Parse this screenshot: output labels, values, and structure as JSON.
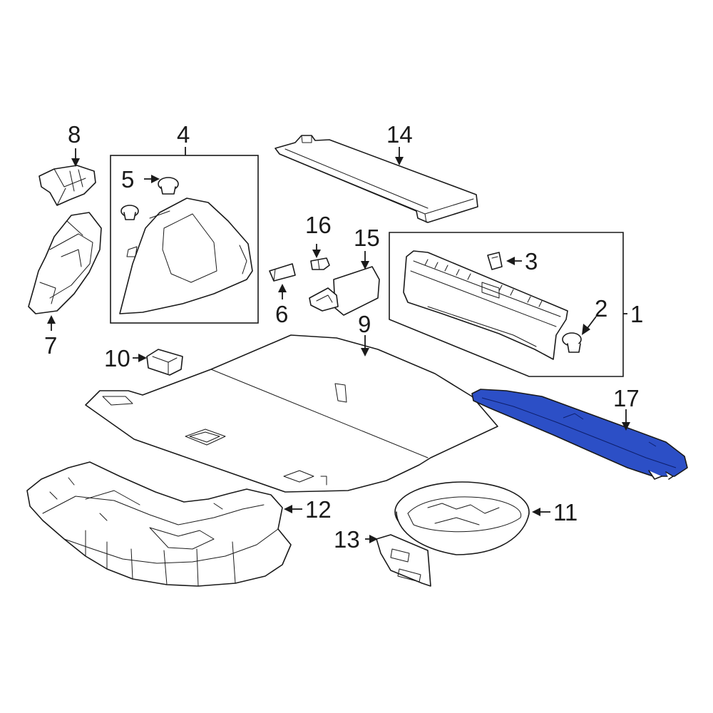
{
  "callouts": {
    "c1": "1",
    "c2": "2",
    "c3": "3",
    "c4": "4",
    "c5": "5",
    "c6": "6",
    "c7": "7",
    "c8": "8",
    "c9": "9",
    "c10": "10",
    "c11": "11",
    "c12": "12",
    "c13": "13",
    "c14": "14",
    "c15": "15",
    "c16": "16",
    "c17": "17"
  },
  "highlight": {
    "part": "17",
    "color": "#2c4fc6"
  }
}
